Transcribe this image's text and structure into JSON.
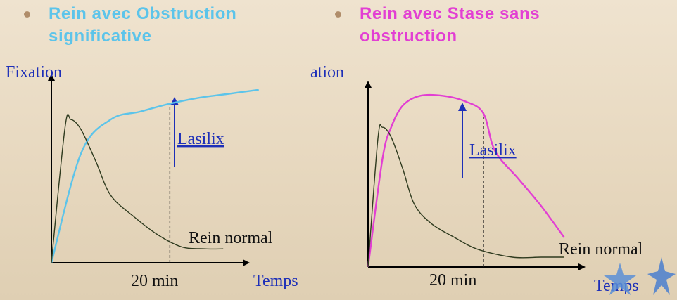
{
  "legend": [
    {
      "line1": "Rein avec Obstruction",
      "line2": "significative",
      "color": "#5cc4ea"
    },
    {
      "line1": "Rein avec Stase sans",
      "line2": "obstruction",
      "color": "#e23fd3"
    }
  ],
  "colors": {
    "axis_label": "#1d2fb8",
    "normal_curve": "#2f3b1f",
    "left_curve": "#5cc4ea",
    "right_curve": "#e23fd3",
    "arrow": "#1d2fb8"
  },
  "chart_data": [
    {
      "type": "line",
      "ylabel": "Fixation",
      "xlabel": "Temps",
      "x_tick_label": "20 min",
      "x_tick_value": 20,
      "annotation": "Lasilix",
      "normal_label": "Rein normal",
      "series": [
        {
          "name": "Rein avec Obstruction significative",
          "values": [
            [
              0,
              0
            ],
            [
              5,
              0.55
            ],
            [
              10,
              0.72
            ],
            [
              15,
              0.76
            ],
            [
              20,
              0.8
            ],
            [
              25,
              0.83
            ],
            [
              30,
              0.85
            ],
            [
              35,
              0.87
            ]
          ]
        },
        {
          "name": "Rein normal",
          "values": [
            [
              0,
              0
            ],
            [
              2.3,
              0.68
            ],
            [
              3.3,
              0.72
            ],
            [
              5,
              0.67
            ],
            [
              7.5,
              0.51
            ],
            [
              10,
              0.34
            ],
            [
              14,
              0.23
            ],
            [
              18,
              0.14
            ],
            [
              22,
              0.08
            ],
            [
              26,
              0.07
            ],
            [
              29,
              0.07
            ]
          ]
        }
      ]
    },
    {
      "type": "line",
      "ylabel": "Fixation",
      "xlabel": "Temps",
      "x_tick_label": "20 min",
      "x_tick_value": 20,
      "annotation": "Lasilix",
      "normal_label": "Rein normal",
      "series": [
        {
          "name": "Rein avec Stase sans obstruction",
          "values": [
            [
              0,
              0
            ],
            [
              2.5,
              0.55
            ],
            [
              4,
              0.71
            ],
            [
              6,
              0.82
            ],
            [
              9,
              0.87
            ],
            [
              13,
              0.87
            ],
            [
              17,
              0.84
            ],
            [
              20,
              0.78
            ],
            [
              22,
              0.59
            ],
            [
              26,
              0.45
            ],
            [
              30,
              0.31
            ],
            [
              34,
              0.15
            ]
          ]
        },
        {
          "name": "Rein normal",
          "values": [
            [
              0,
              0
            ],
            [
              1.7,
              0.65
            ],
            [
              2.5,
              0.71
            ],
            [
              4,
              0.66
            ],
            [
              6,
              0.5
            ],
            [
              8,
              0.32
            ],
            [
              11,
              0.22
            ],
            [
              15,
              0.15
            ],
            [
              19,
              0.09
            ],
            [
              25,
              0.05
            ],
            [
              30,
              0.05
            ],
            [
              34,
              0.05
            ]
          ]
        }
      ]
    }
  ]
}
